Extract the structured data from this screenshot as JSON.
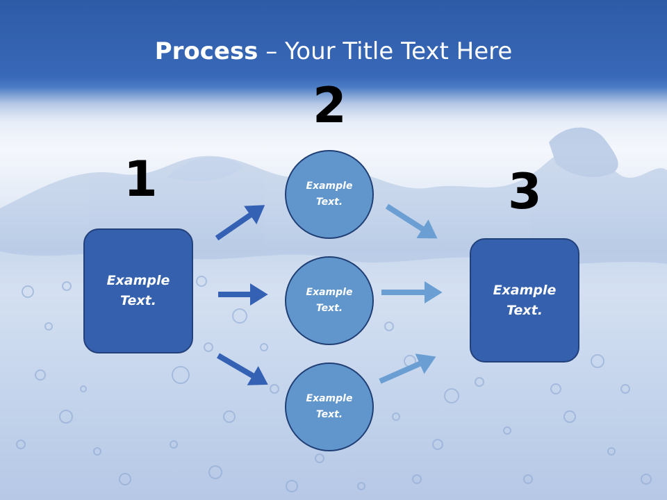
{
  "title": {
    "bold": "Process",
    "rest": " – Your Title Text Here"
  },
  "steps": {
    "one": "1",
    "two": "2",
    "three": "3"
  },
  "boxes": {
    "left": "Example\nText.",
    "right": "Example\nText."
  },
  "circles": [
    "Example\nText.",
    "Example\nText.",
    "Example\nText."
  ],
  "colors": {
    "box_fill": "#3560ae",
    "circle_fill": "#6196cc",
    "arrow_dark": "#3461b4",
    "arrow_light": "#6b9fd3",
    "title_band": "#2e5ba6"
  }
}
